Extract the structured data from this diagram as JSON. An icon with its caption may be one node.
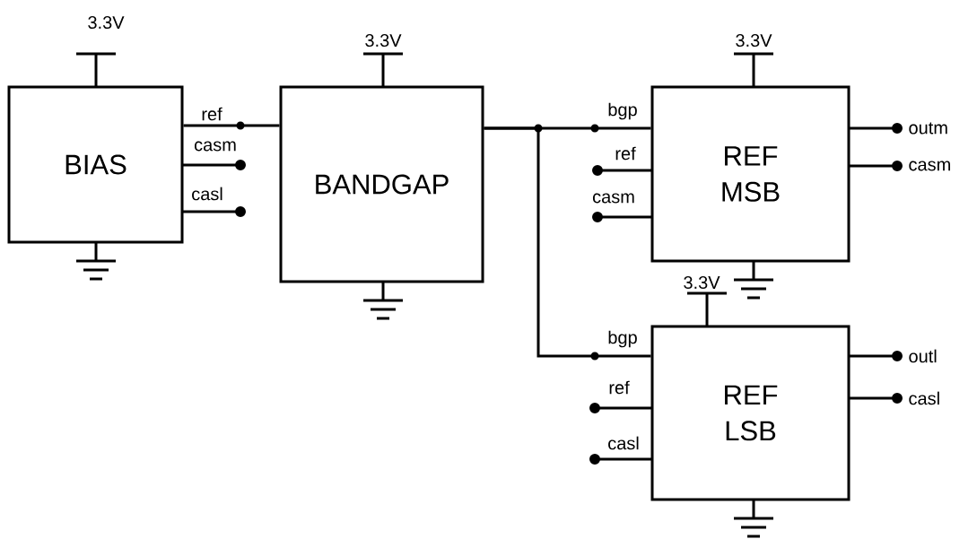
{
  "diagram": {
    "nodes": [
      {
        "text": [
          "BIAS"
        ]
      },
      {
        "text": [
          "BANDGAP"
        ]
      },
      {
        "text": [
          "REF MSB"
        ]
      },
      {
        "text": [
          "REF LSB"
        ]
      }
    ],
    "edges": [
      {
        "from": 0,
        "to": 1,
        "arrow": "none"
      },
      {
        "from": 1,
        "to": 2,
        "arrow": "none"
      },
      {
        "from": 1,
        "to": 3,
        "arrow": "none"
      }
    ],
    "labels": [
      "3.3V",
      "3.3V",
      "3.3V",
      "ref",
      "casm",
      "casl",
      "bgp",
      "ref",
      "casm",
      "outm",
      "casm",
      "3.3V",
      "bgp",
      "ref",
      "casl",
      "outl",
      "casl"
    ]
  }
}
